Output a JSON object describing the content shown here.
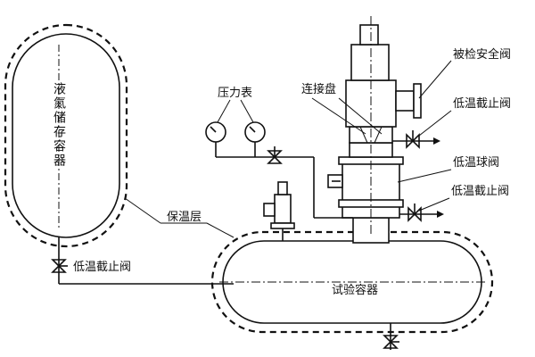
{
  "labels": {
    "storage_tank": "液氮储存容器",
    "insulation": "保温层",
    "low_temp_valve_left": "低温截止阀",
    "pressure_gauge": "压力表",
    "connection_plate": "连接盘",
    "safety_valve_tested": "被检安全阀",
    "low_temp_valve_upper": "低温截止阀",
    "ball_valve": "低温球阀",
    "low_temp_valve_lower": "低温截止阀",
    "test_vessel": "试验容器"
  },
  "colors": {
    "line": "#111111",
    "background": "#ffffff"
  }
}
